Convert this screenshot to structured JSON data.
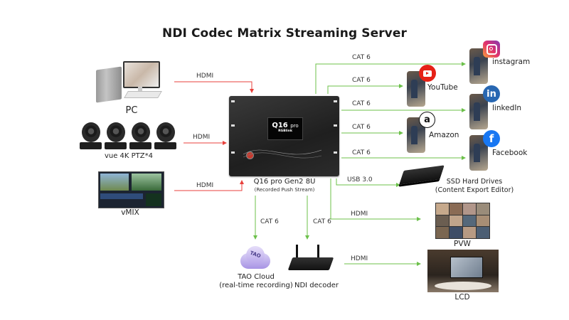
{
  "title": "NDI Codec Matrix Streaming Server",
  "colors": {
    "input_line": "#e8413c",
    "output_line": "#6cc04a",
    "device_dark": "#2b2b2b"
  },
  "inputs": [
    {
      "name": "PC",
      "connection": "HDMI",
      "icon": "pc-icon"
    },
    {
      "name": "vue 4K PTZ*4",
      "connection": "HDMI",
      "icon": "ptz-camera-icon"
    },
    {
      "name": "vMIX",
      "connection": "HDMI",
      "icon": "vmix-screen-icon"
    }
  ],
  "server": {
    "name": "Q16 pro Gen2 8U",
    "subtitle": "(Recorded Push Stream)",
    "screen_text": "Q16",
    "screen_text_suffix": "pro",
    "brand": "RGBlink"
  },
  "outputs": [
    {
      "name": "instagram",
      "connection": "CAT 6",
      "icon": "instagram-icon"
    },
    {
      "name": "YouTube",
      "connection": "CAT 6",
      "icon": "youtube-icon"
    },
    {
      "name": "linkedIn",
      "connection": "CAT 6",
      "icon": "linkedin-icon"
    },
    {
      "name": "Amazon",
      "connection": "CAT 6",
      "icon": "amazon-icon"
    },
    {
      "name": "Facebook",
      "connection": "CAT 6",
      "icon": "facebook-icon"
    },
    {
      "name": "SSD Hard Drives",
      "subtitle": "(Content Export Editor)",
      "connection": "USB 3.0",
      "icon": "ssd-icon"
    },
    {
      "name": "PVW",
      "connection": "HDMI",
      "icon": "pvw-screen-icon"
    },
    {
      "name": "TAO Cloud",
      "subtitle": "(real-time recording)",
      "connection": "CAT 6",
      "icon": "cloud-icon",
      "cloud_text": "TAO"
    },
    {
      "name": "NDI decoder",
      "connection": "CAT 6",
      "icon": "decoder-icon"
    },
    {
      "name": "LCD",
      "connection": "HDMI",
      "icon": "lcd-screen-icon"
    }
  ]
}
